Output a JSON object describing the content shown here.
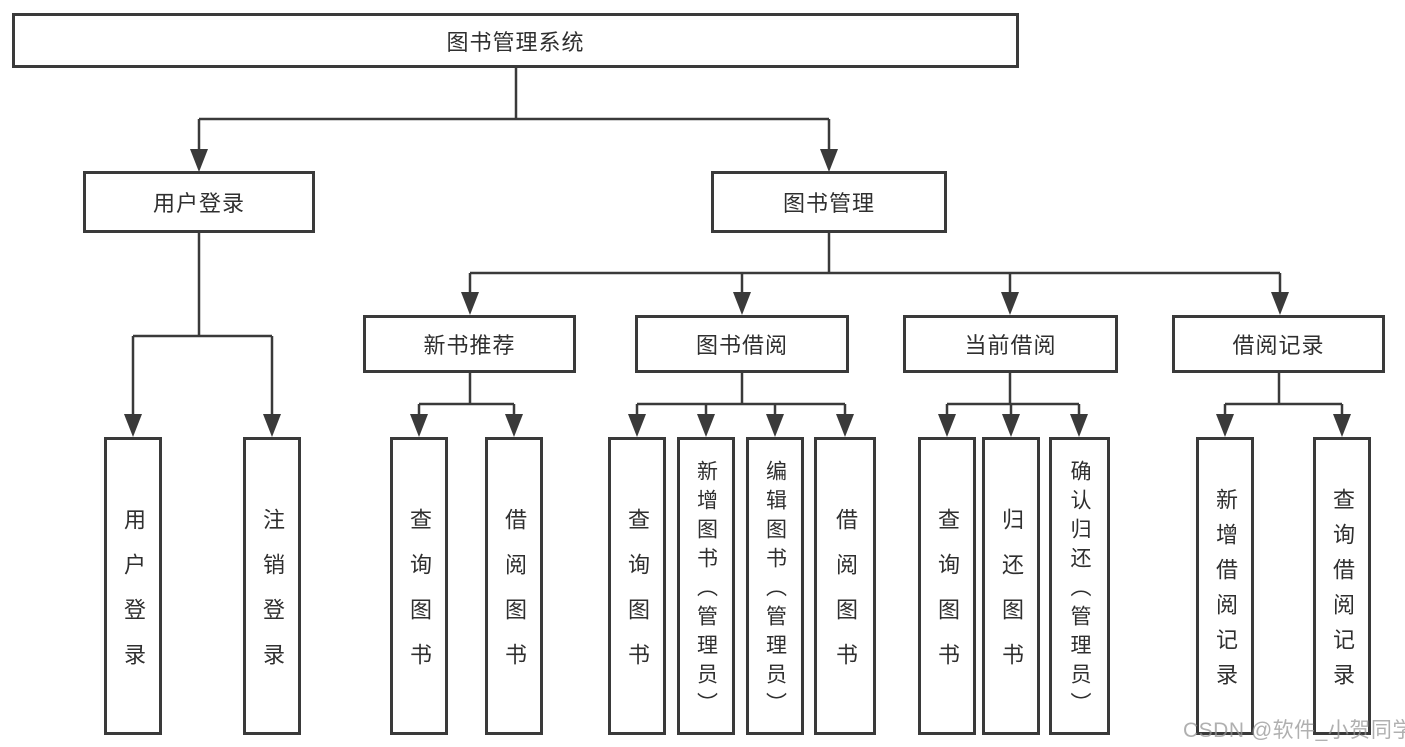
{
  "diagram_type": "tree",
  "nodes": {
    "root": {
      "label": "图书管理系统"
    },
    "user_login": {
      "label": "用户登录"
    },
    "book_mgmt": {
      "label": "图书管理"
    },
    "new_books": {
      "label": "新书推荐"
    },
    "book_borrow": {
      "label": "图书借阅"
    },
    "current_borrow": {
      "label": "当前借阅"
    },
    "borrow_records": {
      "label": "借阅记录"
    },
    "leaf_user_login": {
      "label": "用户登录"
    },
    "leaf_logout": {
      "label": "注销登录"
    },
    "leaf_nb_query": {
      "label": "查询图书"
    },
    "leaf_nb_borrow": {
      "label": "借阅图书"
    },
    "leaf_bb_query": {
      "label": "查询图书"
    },
    "leaf_bb_add": {
      "label": "新增图书（管理员）"
    },
    "leaf_bb_edit": {
      "label": "编辑图书（管理员）"
    },
    "leaf_bb_borrow": {
      "label": "借阅图书"
    },
    "leaf_cb_query": {
      "label": "查询图书"
    },
    "leaf_cb_return": {
      "label": "归还图书"
    },
    "leaf_cb_confirm": {
      "label": "确认归还（管理员）"
    },
    "leaf_br_add": {
      "label": "新增借阅记录"
    },
    "leaf_br_query": {
      "label": "查询借阅记录"
    }
  },
  "hierarchy": {
    "root": [
      "user_login",
      "book_mgmt"
    ],
    "user_login": [
      "leaf_user_login",
      "leaf_logout"
    ],
    "book_mgmt": [
      "new_books",
      "book_borrow",
      "current_borrow",
      "borrow_records"
    ],
    "new_books": [
      "leaf_nb_query",
      "leaf_nb_borrow"
    ],
    "book_borrow": [
      "leaf_bb_query",
      "leaf_bb_add",
      "leaf_bb_edit",
      "leaf_bb_borrow"
    ],
    "current_borrow": [
      "leaf_cb_query",
      "leaf_cb_return",
      "leaf_cb_confirm"
    ],
    "borrow_records": [
      "leaf_br_add",
      "leaf_br_query"
    ]
  },
  "watermark": {
    "text": "CSDN @软件_小贺同学"
  },
  "colors": {
    "background": "#ffffff",
    "line": "#3a3a3a",
    "box_border": "#3a3a3a",
    "text": "#2f2f2f",
    "watermark": "#a9a9a9"
  }
}
